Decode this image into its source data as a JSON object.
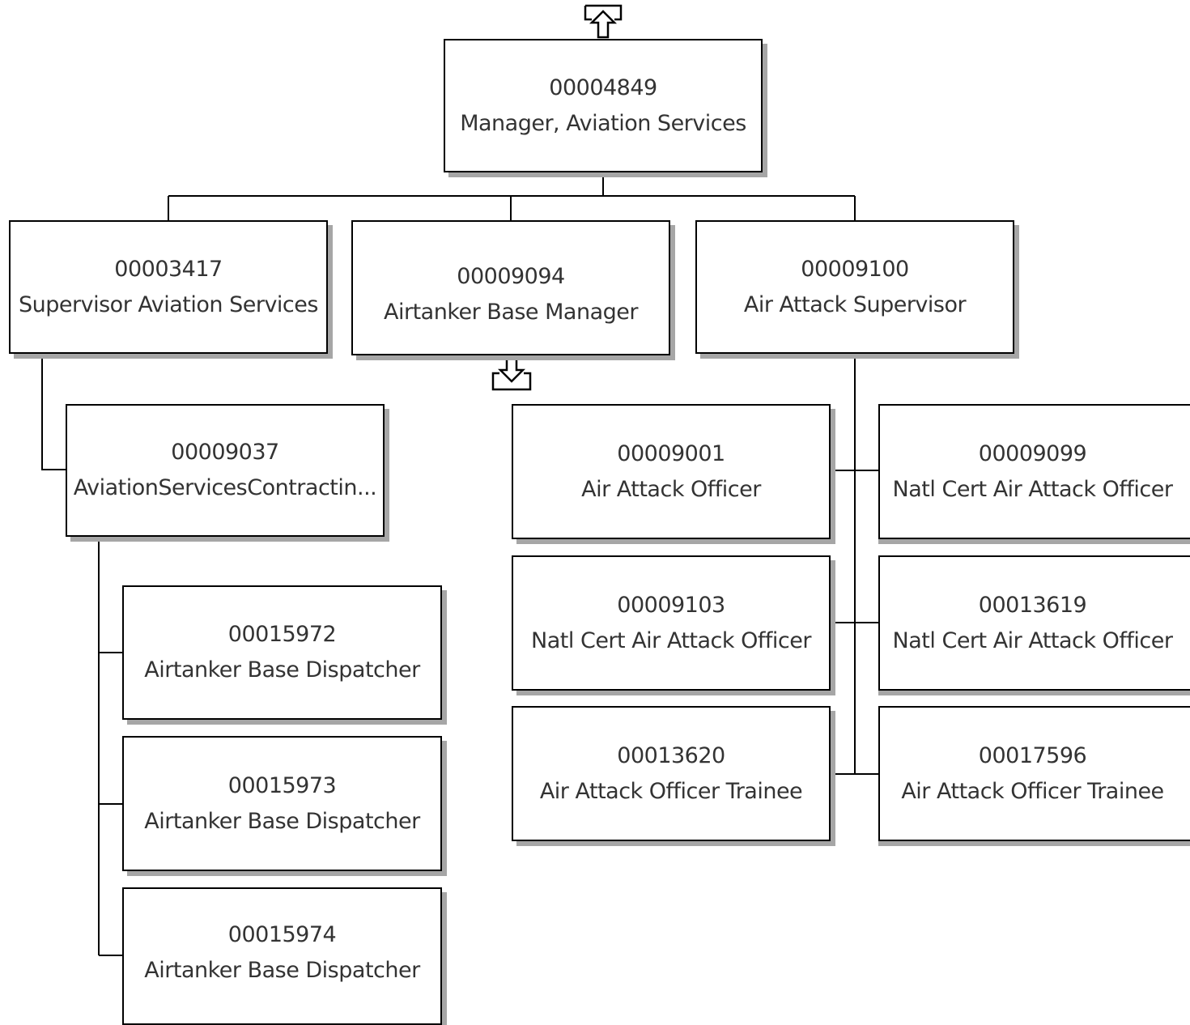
{
  "positions": {
    "manager": {
      "number": "00004849",
      "title": "Manager, Aviation Services"
    },
    "supervisor_aviation": {
      "number": "00003417",
      "title": "Supervisor Aviation Services"
    },
    "airtanker_base_manager": {
      "number": "00009094",
      "title": "Airtanker Base Manager"
    },
    "air_attack_supervisor": {
      "number": "00009100",
      "title": "Air Attack Supervisor"
    },
    "contracting": {
      "number": "00009037",
      "title": "AviationServicesContractin..."
    },
    "dispatcher_1": {
      "number": "00015972",
      "title": "Airtanker Base Dispatcher"
    },
    "dispatcher_2": {
      "number": "00015973",
      "title": "Airtanker Base Dispatcher"
    },
    "dispatcher_3": {
      "number": "00015974",
      "title": "Airtanker Base Dispatcher"
    },
    "officer_9001": {
      "number": "00009001",
      "title": "Air Attack Officer"
    },
    "officer_9099": {
      "number": "00009099",
      "title": "Natl Cert Air Attack Officer"
    },
    "officer_9103": {
      "number": "00009103",
      "title": "Natl Cert Air Attack Officer"
    },
    "officer_13619": {
      "number": "00013619",
      "title": "Natl Cert Air Attack Officer"
    },
    "trainee_13620": {
      "number": "00013620",
      "title": "Air Attack Officer Trainee"
    },
    "trainee_17596": {
      "number": "00017596",
      "title": "Air Attack Officer Trainee"
    }
  },
  "navigation": {
    "up_arrow_icon": "arrow-up-icon",
    "down_arrow_icon": "arrow-down-icon"
  },
  "colors": {
    "box_border": "#000000",
    "box_shadow": "#a6a6a6",
    "text": "#333333",
    "connector": "#000000"
  }
}
